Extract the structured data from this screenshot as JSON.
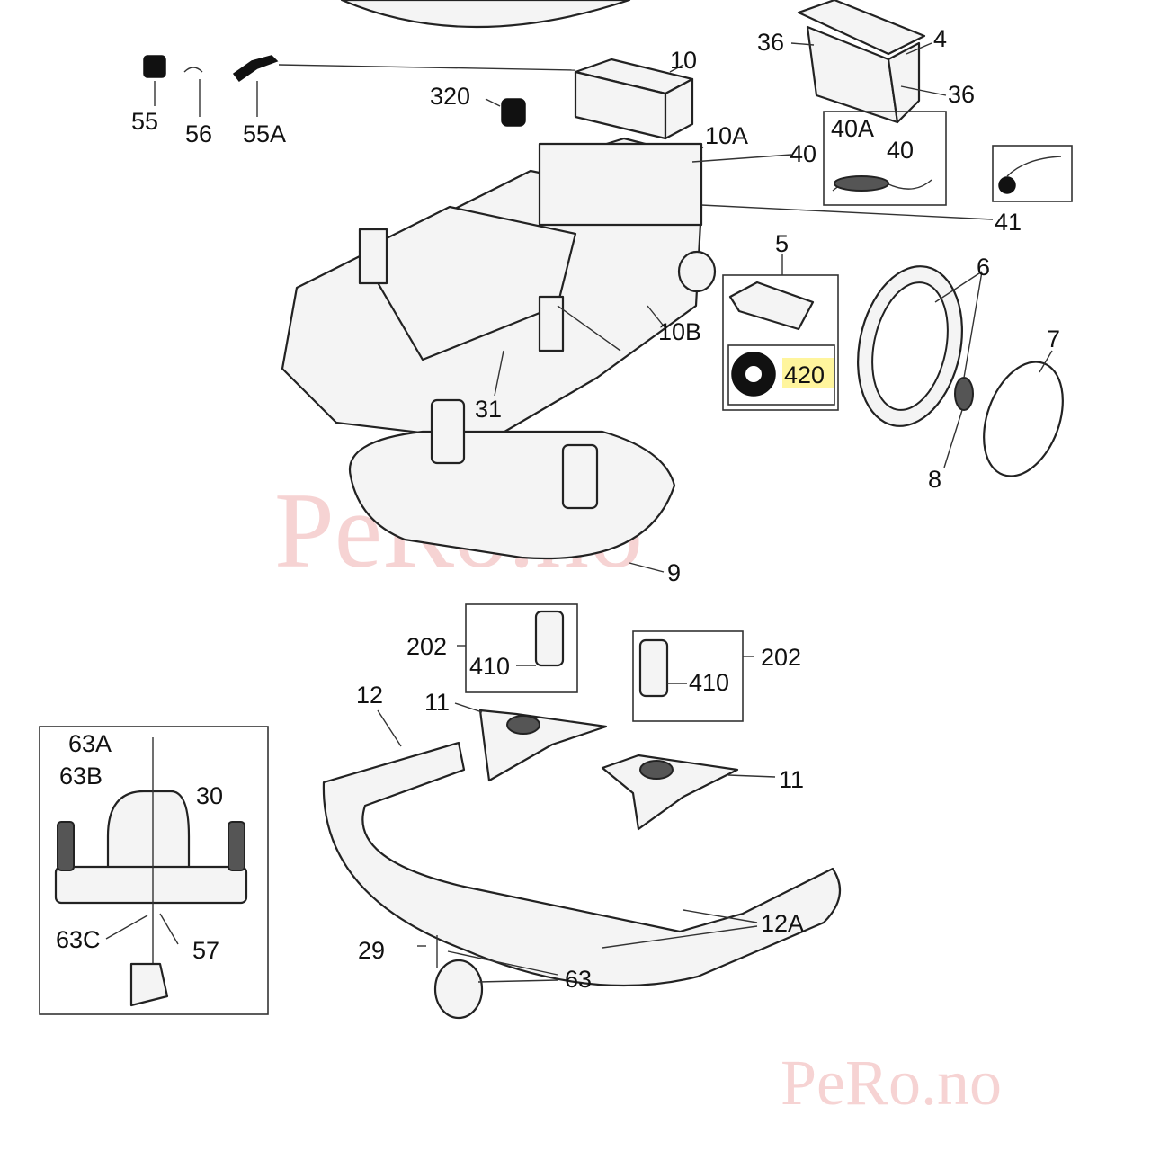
{
  "watermark": {
    "center": "PeRo.no",
    "corner": "PeRo.no"
  },
  "labels": {
    "p55": "55",
    "p56": "56",
    "p55a": "55A",
    "p10": "10",
    "p320": "320",
    "p36a": "36",
    "p4": "4",
    "p36b": "36",
    "p10a": "10A",
    "p40a": "40",
    "p40A": "40A",
    "p40b": "40",
    "p41": "41",
    "p5": "5",
    "p10b": "10B",
    "p6": "6",
    "p7": "7",
    "p420": "420",
    "p8": "8",
    "p31": "31",
    "p9": "9",
    "p202a": "202",
    "p410a": "410",
    "p202b": "202",
    "p410b": "410",
    "p12": "12",
    "p11a": "11",
    "p11b": "11",
    "p63A": "63A",
    "p63B": "63B",
    "p30": "30",
    "p63C": "63C",
    "p57": "57",
    "p29": "29",
    "p63": "63",
    "p12A": "12A"
  },
  "colors": {
    "highlight": "#fff59d",
    "watermark": "#f6d3d3"
  }
}
